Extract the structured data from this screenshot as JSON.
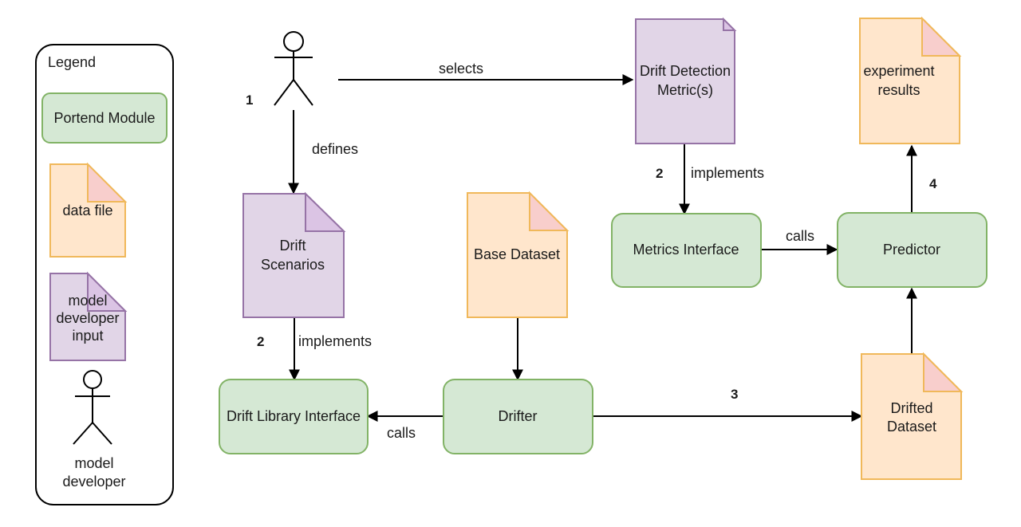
{
  "legend": {
    "title": "Legend",
    "module": "Portend Module",
    "data_file": "data file",
    "dev_input": [
      "model",
      "developer",
      "input"
    ],
    "actor": [
      "model",
      "developer"
    ]
  },
  "nodes": {
    "drift_detection": [
      "Drift Detection",
      "Metric(s)"
    ],
    "experiment_results": [
      "experiment",
      "results"
    ],
    "drift_scenarios": [
      "Drift",
      "Scenarios"
    ],
    "base_dataset": "Base Dataset",
    "metrics_interface": "Metrics Interface",
    "predictor": "Predictor",
    "drift_library": "Drift Library Interface",
    "drifter": "Drifter",
    "drifted_dataset": [
      "Drifted",
      "Dataset"
    ]
  },
  "edges": {
    "selects": "selects",
    "defines": "defines",
    "implements_top": "implements",
    "implements_bottom": "implements",
    "calls_metrics": "calls",
    "calls_drifter": "calls"
  },
  "steps": {
    "s1": "1",
    "s2_top": "2",
    "s2_bottom": "2",
    "s3": "3",
    "s4": "4"
  },
  "colors": {
    "module_fill": "#d5e8d4",
    "module_stroke": "#82b366",
    "data_fill": "#ffe6cc",
    "data_stroke": "#f0b85a",
    "input_fill": "#e1d5e7",
    "input_stroke": "#9673a6"
  }
}
